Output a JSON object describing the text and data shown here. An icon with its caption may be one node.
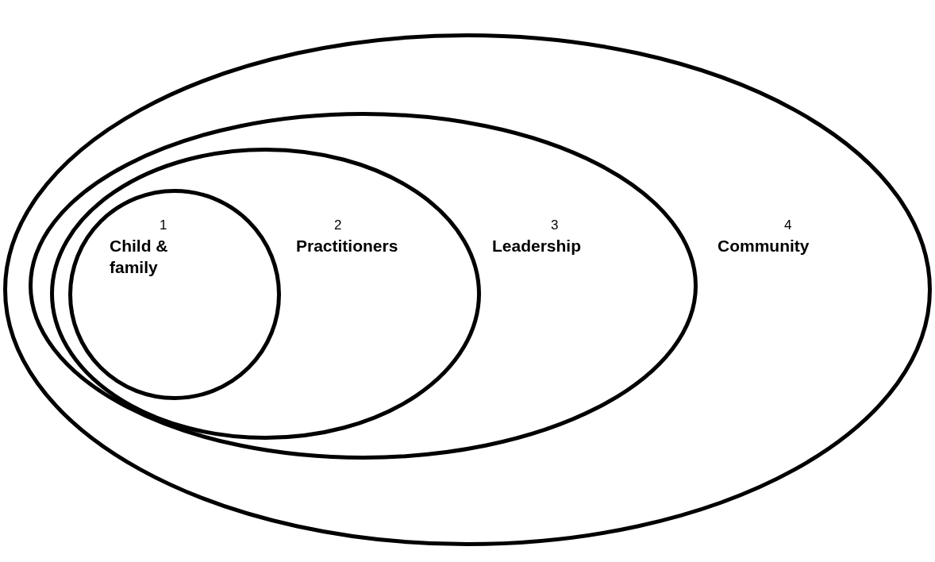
{
  "diagram": {
    "nodes": [
      {
        "text": [
          "4",
          "Community"
        ]
      },
      {
        "text": [
          "3",
          "Leadership"
        ],
        "in": 0
      },
      {
        "text": [
          "2",
          "Practitioners"
        ],
        "in": 1
      },
      {
        "text": [
          "1",
          "Child & family"
        ],
        "in": 2
      }
    ]
  }
}
